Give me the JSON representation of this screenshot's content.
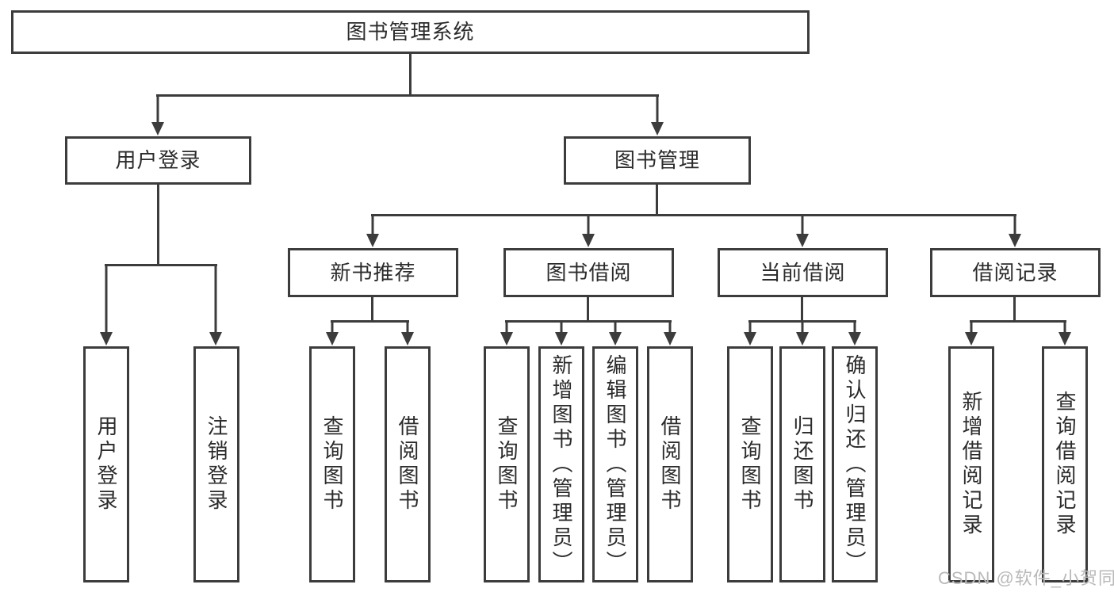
{
  "tree": {
    "root": {
      "label": "图书管理系统"
    },
    "branches": [
      {
        "label": "用户登录",
        "children": [
          {
            "label": "用户登录"
          },
          {
            "label": "注销登录"
          }
        ]
      },
      {
        "label": "图书管理",
        "children": [
          {
            "label": "新书推荐",
            "children": [
              {
                "label": "查询图书"
              },
              {
                "label": "借阅图书"
              }
            ]
          },
          {
            "label": "图书借阅",
            "children": [
              {
                "label": "查询图书"
              },
              {
                "label": "新增图书（管理员）"
              },
              {
                "label": "编辑图书（管理员）"
              },
              {
                "label": "借阅图书"
              }
            ]
          },
          {
            "label": "当前借阅",
            "children": [
              {
                "label": "查询图书"
              },
              {
                "label": "归还图书"
              },
              {
                "label": "确认归还（管理员）"
              }
            ]
          },
          {
            "label": "借阅记录",
            "children": [
              {
                "label": "新增借阅记录"
              },
              {
                "label": "查询借阅记录"
              }
            ]
          }
        ]
      }
    ]
  },
  "watermark": {
    "text": "CSDN @软件_小贺同学"
  },
  "colors": {
    "line": "#3c3c3c",
    "text": "#2b2b2b",
    "watermark": "#b9b9b9",
    "background": "#ffffff"
  }
}
